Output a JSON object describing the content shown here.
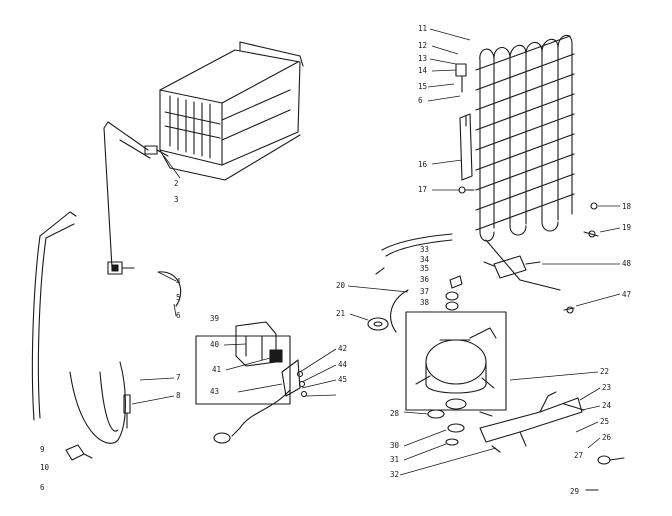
{
  "diagram": {
    "labels": [
      "11",
      "12",
      "13",
      "14",
      "15",
      "6",
      "16",
      "17",
      "18",
      "19",
      "48",
      "47",
      "33",
      "34",
      "35",
      "36",
      "37",
      "38",
      "20",
      "21",
      "22",
      "23",
      "24",
      "25",
      "26",
      "27",
      "28",
      "29",
      "30",
      "31",
      "32",
      "39",
      "40",
      "41",
      "42",
      "44",
      "45",
      "43",
      "2",
      "3",
      "4",
      "5",
      "6",
      "7",
      "8",
      "9",
      "10",
      "6"
    ]
  }
}
